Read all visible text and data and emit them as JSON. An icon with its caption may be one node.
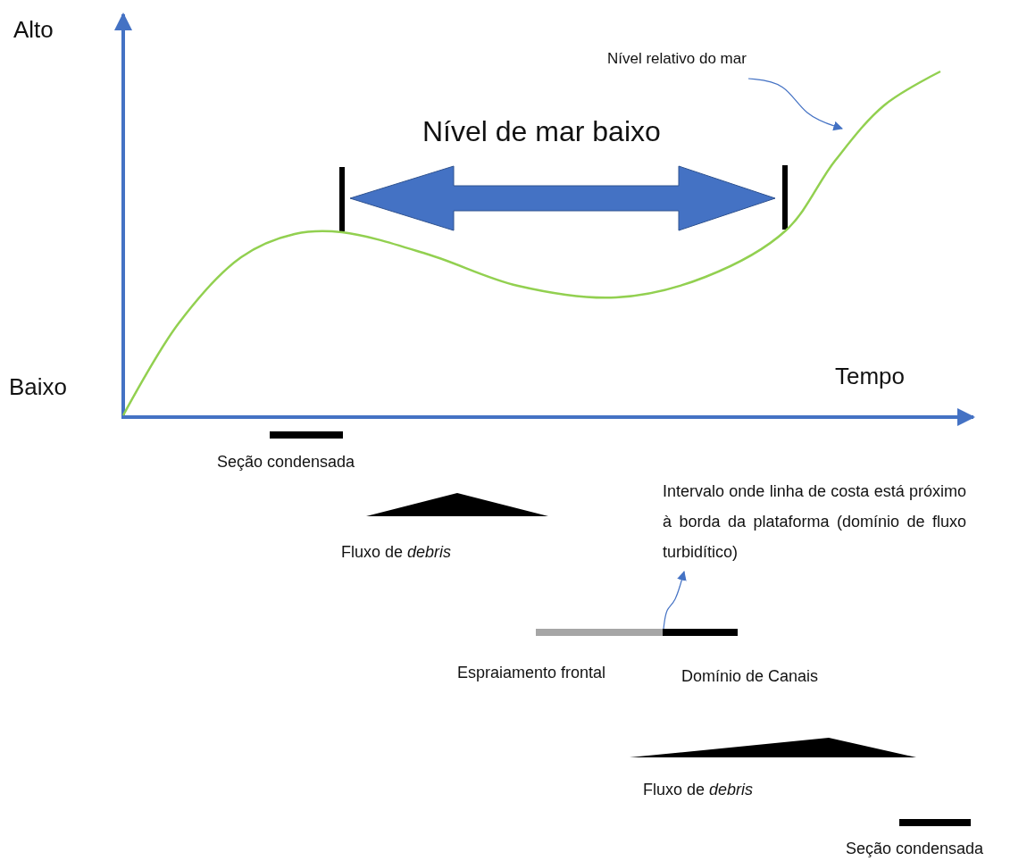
{
  "diagram": {
    "nodes": [
      {
        "text": [
          "Nível relativo do mar"
        ]
      },
      {
        "text": [],
        "shape": "line"
      },
      {
        "text": [],
        "shape": "wedge"
      },
      {
        "text": [
          "Intervalo onde linha de costa está próximo à borda da plataforma (domínio de fluxo turbidítico)"
        ]
      },
      {
        "text": [],
        "shape": "bar"
      },
      {
        "text": [],
        "shape": "wedge"
      }
    ],
    "edges": [
      {
        "from": 0,
        "to": 1,
        "arrow": "to"
      },
      {
        "from": 4,
        "to": 3,
        "arrow": "to"
      }
    ],
    "labels": [
      "Alto",
      "Nível de mar baixo",
      "Baixo",
      "Tempo",
      "Seção condensada",
      "Fluxo de *debris*",
      "Espraiamento frontal",
      "Domínio de Canais",
      "Fluxo de *debris*",
      "Seção condensada"
    ]
  }
}
